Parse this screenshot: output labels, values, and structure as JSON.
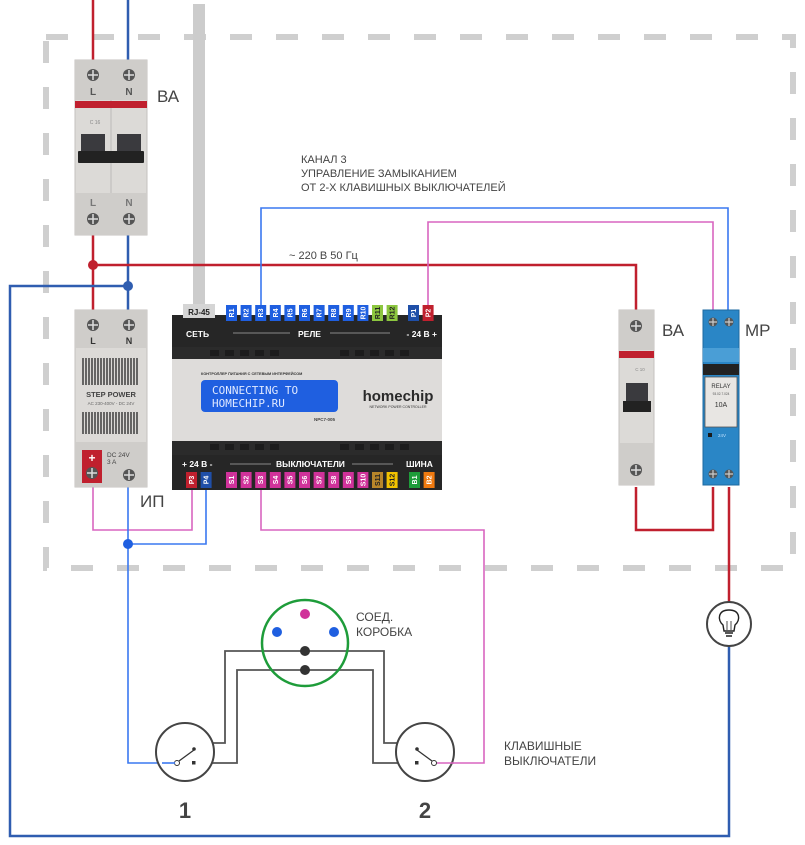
{
  "diagram": {
    "title": "Channel 3 wiring diagram",
    "colors": {
      "phase": "#c0202e",
      "neutral": "#2f5db0",
      "control_blue": "#3a78f0",
      "control_pink": "#d865c0",
      "switch_wire": "#555555",
      "junction_box": "#1e9c3a",
      "enclosure_dash": "#cfcfcf",
      "rail": "#cccccc"
    },
    "labels": {
      "breaker_main": "ВА",
      "breaker_load": "ВА",
      "relay_label": "МР",
      "psu_label": "ИП",
      "channel_line1": "КАНАЛ 3",
      "channel_line2": "УПРАВЛЕНИЕ ЗАМЫКАНИЕМ",
      "channel_line3": "ОТ 2-Х КЛАВИШНЫХ ВЫКЛЮЧАТЕЛЕЙ",
      "voltage": "~ 220 В 50 Гц",
      "junction_line1": "СОЕД.",
      "junction_line2": "КОРОБКА",
      "switches_line1": "КЛАВИШНЫЕ",
      "switches_line2": "ВЫКЛЮЧАТЕЛИ",
      "switch1": "1",
      "switch2": "2"
    },
    "main_breaker": {
      "top_terminals": [
        "L",
        "N"
      ],
      "bottom_terminals": [
        "L",
        "N"
      ],
      "rating": "C 16"
    },
    "power_supply": {
      "terminals": [
        "L",
        "N"
      ],
      "brand": "STEP POWER",
      "spec": "AC 230-400V - DC 24V",
      "output_line1": "DC 24V",
      "output_line2": "3 A",
      "plus_sign": "+"
    },
    "controller": {
      "rj45": "RJ-45",
      "net_label": "СЕТЬ",
      "relay_group_label": "РЕЛЕ",
      "power_top_label": "- 24 В +",
      "subtitle": "КОНТРОЛЛЕР ПИТАНИЯ С СЕТЕВЫМ ИНТЕРФЕЙСОМ",
      "lcd_line1": "CONNECTING TO",
      "lcd_line2": "HOMECHIP.RU",
      "brand": "homechip",
      "brand_sub": "NETWORK POWER CONTROLLER",
      "model": "NPC7-005",
      "power_bottom_label": "+ 24 В -",
      "switch_group_label": "ВЫКЛЮЧАТЕЛИ",
      "bus_label": "ШИНА",
      "top_pins": [
        {
          "name": "R1",
          "color": "#1f5fe0"
        },
        {
          "name": "R2",
          "color": "#1f5fe0"
        },
        {
          "name": "R3",
          "color": "#1f5fe0"
        },
        {
          "name": "R4",
          "color": "#1f5fe0"
        },
        {
          "name": "R5",
          "color": "#1f5fe0"
        },
        {
          "name": "R6",
          "color": "#1f5fe0"
        },
        {
          "name": "R7",
          "color": "#1f5fe0"
        },
        {
          "name": "R8",
          "color": "#1f5fe0"
        },
        {
          "name": "R9",
          "color": "#1f5fe0"
        },
        {
          "name": "R10",
          "color": "#1f5fe0"
        },
        {
          "name": "R11",
          "color": "#8cc63f"
        },
        {
          "name": "R12",
          "color": "#8cc63f"
        }
      ],
      "top_power_pins": [
        {
          "name": "P1",
          "color": "#1f4fa8"
        },
        {
          "name": "P2",
          "color": "#c0202e"
        }
      ],
      "bottom_power_pins": [
        {
          "name": "P3",
          "color": "#c0202e"
        },
        {
          "name": "P4",
          "color": "#1f4fa8"
        }
      ],
      "bottom_pins": [
        {
          "name": "S1",
          "color": "#d0329a"
        },
        {
          "name": "S2",
          "color": "#d0329a"
        },
        {
          "name": "S3",
          "color": "#d0329a"
        },
        {
          "name": "S4",
          "color": "#d0329a"
        },
        {
          "name": "S5",
          "color": "#d0329a"
        },
        {
          "name": "S6",
          "color": "#d0329a"
        },
        {
          "name": "S7",
          "color": "#d0329a"
        },
        {
          "name": "S8",
          "color": "#d0329a"
        },
        {
          "name": "S9",
          "color": "#d0329a"
        },
        {
          "name": "S10",
          "color": "#d0329a"
        },
        {
          "name": "S11",
          "color": "#b8862a"
        },
        {
          "name": "S12",
          "color": "#f2c200"
        }
      ],
      "bus_pins": [
        {
          "name": "B1",
          "color": "#1e9c3a"
        },
        {
          "name": "B2",
          "color": "#f07a10"
        }
      ]
    },
    "load_breaker": {
      "rating": "C 10"
    },
    "relay": {
      "name": "RELAY",
      "model": "93.02.7.024",
      "current": "10A",
      "coil": "24V"
    }
  }
}
